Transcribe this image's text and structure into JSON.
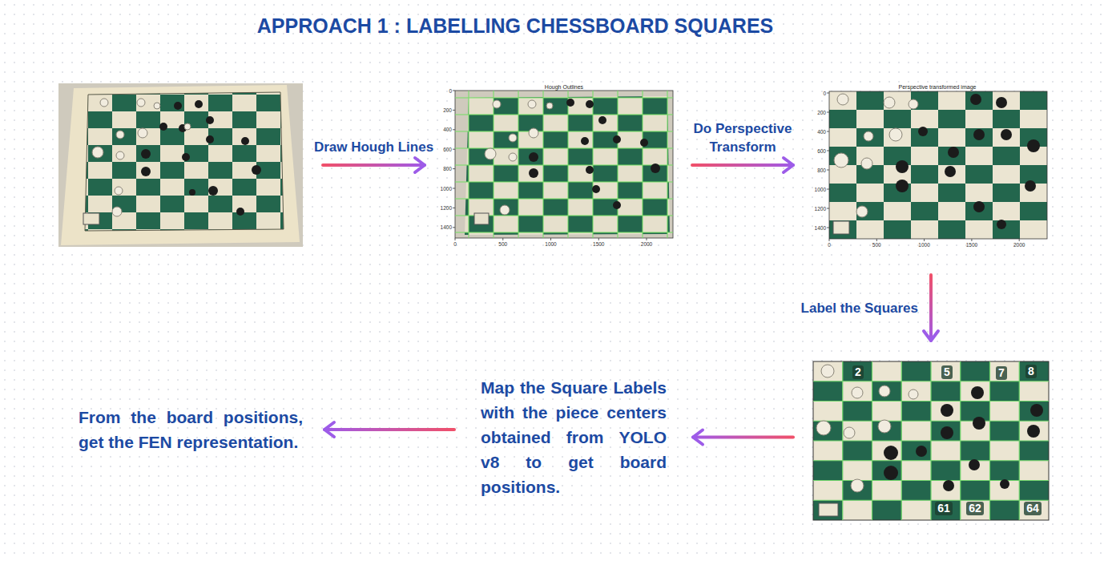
{
  "diagram": {
    "title": "APPROACH 1 : LABELLING CHESSBOARD SQUARES",
    "nodes": [
      {
        "text": []
      },
      {
        "text": [
          "Hough Outlines"
        ]
      },
      {
        "text": [
          "Perspective transformed image"
        ]
      },
      {
        "text": [
          "2",
          "5",
          "7",
          "8",
          "61",
          "62",
          "64"
        ]
      },
      {
        "text": [
          "Map the Square Labels with the piece centers obtained from YOLO v8 to get board positions."
        ]
      },
      {
        "text": [
          "From the board positions, get the FEN representation."
        ]
      }
    ],
    "edges": [
      {
        "from": 0,
        "to": 1,
        "label": "Draw Hough Lines",
        "arrow": "to"
      },
      {
        "from": 1,
        "to": 2,
        "label": "Do Perspective Transform",
        "arrow": "to"
      },
      {
        "from": 2,
        "to": 3,
        "label": "Label the Squares",
        "arrow": "to"
      },
      {
        "from": 3,
        "to": 4,
        "arrow": "to"
      },
      {
        "from": 4,
        "to": 5,
        "arrow": "to"
      }
    ],
    "labels": [
      "0",
      "200",
      "400",
      "600",
      "800",
      "1000",
      "1200",
      "1400",
      "0",
      "500",
      "1000",
      "1500",
      "2000",
      "0",
      "200",
      "400",
      "600",
      "800",
      "1000",
      "1200",
      "1400",
      "0",
      "500",
      "1000",
      "1500",
      "2000"
    ]
  }
}
